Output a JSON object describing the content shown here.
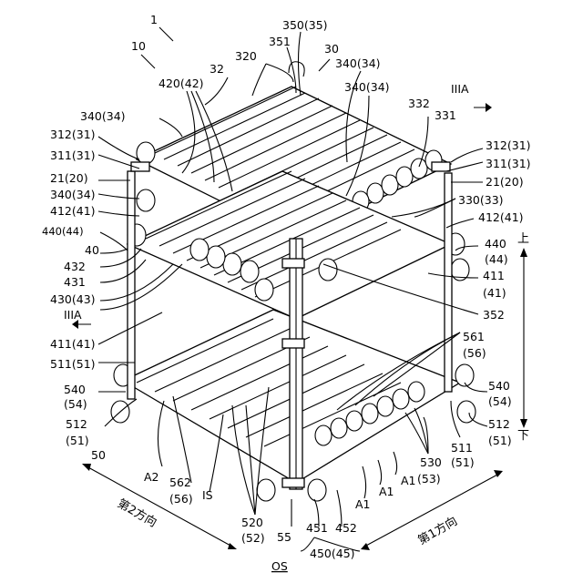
{
  "labels": {
    "l1": "1",
    "l10": "10",
    "l30": "30",
    "l320": "320",
    "l350": "350(35)",
    "l351": "351",
    "l32": "32",
    "l340a": "340(34)",
    "l420": "420(42)",
    "l340b": "340(34)",
    "l332": "332",
    "l331": "331",
    "l340c": "340(34)",
    "l312a": "312(31)",
    "l311a": "311(31)",
    "l312b": "312(31)",
    "l311b": "311(31)",
    "l21a": "21(20)",
    "l21b": "21(20)",
    "l340d": "340(34)",
    "l330": "330(33)",
    "l412a": "412(41)",
    "l412b": "412(41)",
    "l440a": "440(44)",
    "l440b": "440",
    "l44b": "(44)",
    "l40": "40",
    "l432": "432",
    "l431": "431",
    "l430": "430(43)",
    "l411a": "411",
    "l41a": "(41)",
    "l352": "352",
    "l411b": "411(41)",
    "l511a": "511(51)",
    "l540a": "540",
    "l54a": "(54)",
    "l540b": "540",
    "l54b": "(54)",
    "l512a": "512",
    "l51a": "(51)",
    "l512b": "512",
    "l51b": "(51)",
    "l511b": "511",
    "l51c": "(51)",
    "l561": "561",
    "l56a": "(56)",
    "l530": "530",
    "l53": "(53)",
    "l50": "50",
    "lA2": "A2",
    "l562": "562",
    "l56b": "(56)",
    "lIS": "IS",
    "l520": "520",
    "l52": "(52)",
    "l55": "55",
    "l451": "451",
    "l452": "452",
    "l450": "450(45)",
    "lA1a": "A1",
    "lA1b": "A1",
    "lA1c": "A1",
    "lOS": "OS",
    "lIIIAtop": "IIIA",
    "lIIIAleft": "IIIA",
    "lUp": "上",
    "lDown": "下",
    "lDir2": "第2方向",
    "lDir1": "第1方向"
  }
}
